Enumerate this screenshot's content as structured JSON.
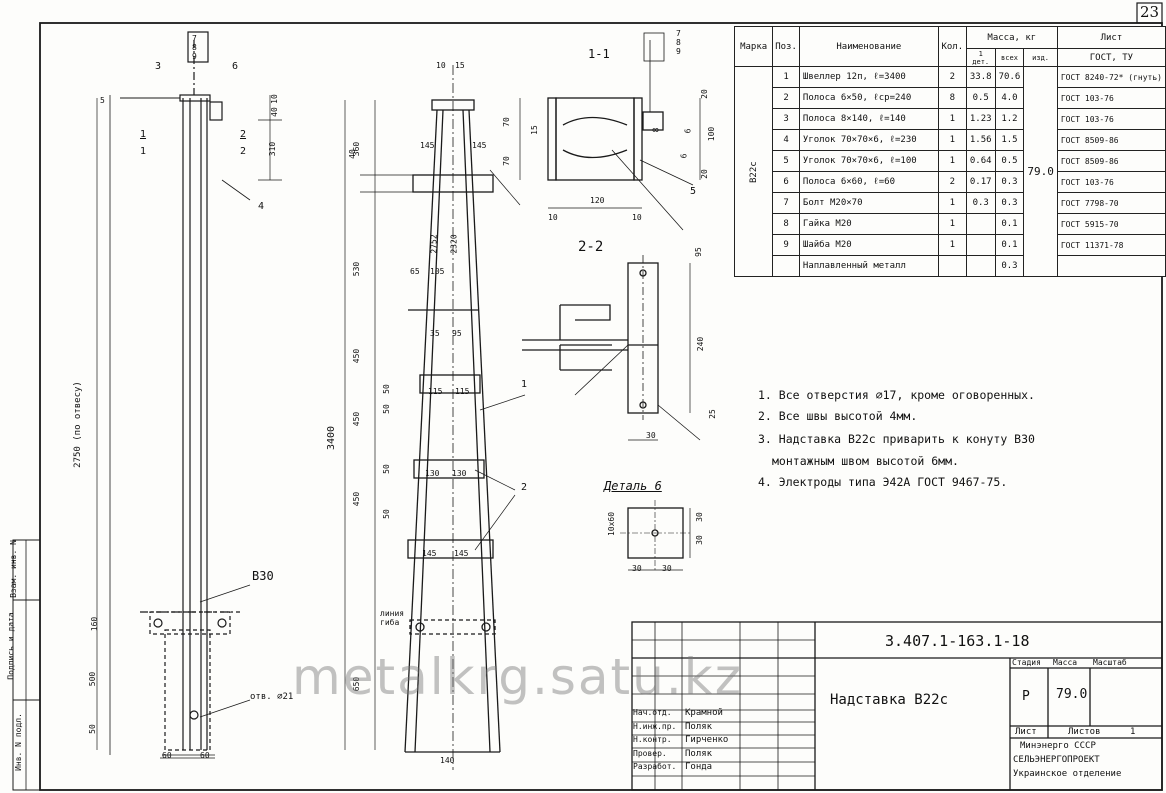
{
  "sheet_number": "23",
  "doc_code": "3.407.1-163.1-18",
  "title": "Надставка В22с",
  "stage": {
    "header": "Стадия",
    "value": "Р"
  },
  "mass": {
    "header": "Масса",
    "value": "79.0"
  },
  "scale": {
    "header": "Масштаб"
  },
  "sheet": {
    "header": "Лист",
    "sheets_header": "Листов",
    "sheets_value": "1"
  },
  "org": [
    "Минэнерго СССР",
    "СЕЛЬЭНЕРГОПРОЕКТ",
    "Украинское отделение"
  ],
  "signatures": [
    {
      "role": "Нач.отд.",
      "name": "Крамной"
    },
    {
      "role": "Н.инж.пр.",
      "name": "Поляк"
    },
    {
      "role": "Н.контр.",
      "name": "Гирченко"
    },
    {
      "role": "Провер.",
      "name": "Поляк"
    },
    {
      "role": "Разработ.",
      "name": "Гонда"
    }
  ],
  "side_stamp": [
    "Инв. N подл.",
    "Подпись и дата",
    "Взам. инв. N"
  ],
  "bom": {
    "headers": [
      "Марка",
      "Поз.",
      "Наименование",
      "Кол.",
      "Масса, кг",
      "Лист",
      "1 дет.",
      "всех",
      "изд.",
      "ГОСТ, ТУ"
    ],
    "mark": "В22с",
    "total": "79.0",
    "rows": [
      {
        "pos": "1",
        "name": "Швеллер 12п, ℓ=3400",
        "qty": "2",
        "m1": "33.8",
        "mall": "70.6",
        "gost": "ГОСТ 8240-72* (гнуть)"
      },
      {
        "pos": "2",
        "name": "Полоса 6×50, ℓср=240",
        "qty": "8",
        "m1": "0.5",
        "mall": "4.0",
        "gost": "ГОСТ 103-76"
      },
      {
        "pos": "3",
        "name": "Полоса 8×140, ℓ=140",
        "qty": "1",
        "m1": "1.23",
        "mall": "1.2",
        "gost": "ГОСТ 103-76"
      },
      {
        "pos": "4",
        "name": "Уголок 70×70×6, ℓ=230",
        "qty": "1",
        "m1": "1.56",
        "mall": "1.5",
        "gost": "ГОСТ 8509-86"
      },
      {
        "pos": "5",
        "name": "Уголок 70×70×6, ℓ=100",
        "qty": "1",
        "m1": "0.64",
        "mall": "0.5",
        "gost": "ГОСТ 8509-86"
      },
      {
        "pos": "6",
        "name": "Полоса 6×60, ℓ=60",
        "qty": "2",
        "m1": "0.17",
        "mall": "0.3",
        "gost": "ГОСТ 103-76"
      },
      {
        "pos": "7",
        "name": "Болт М20×70",
        "qty": "1",
        "m1": "0.3",
        "mall": "0.3",
        "gost": "ГОСТ 7798-70"
      },
      {
        "pos": "8",
        "name": "Гайка М20",
        "qty": "1",
        "m1": "",
        "mall": "0.1",
        "gost": "ГОСТ 5915-70"
      },
      {
        "pos": "9",
        "name": "Шайба М20",
        "qty": "1",
        "m1": "",
        "mall": "0.1",
        "gost": "ГОСТ 11371-78"
      },
      {
        "pos": "",
        "name": "Наплавленный металл",
        "qty": "",
        "m1": "",
        "mall": "0.3",
        "gost": ""
      }
    ]
  },
  "notes": [
    "1. Все отверстия ⌀17, кроме оговоренных.",
    "2. Все швы высотой 4мм.",
    "3. Надставка В22с приварить к конуту В30",
    "монтажным швом высотой 6мм.",
    "4. Электроды типа Э42А ГОСТ 9467-75."
  ],
  "section_labels": {
    "s11": "1-1",
    "s22": "2-2",
    "detail6": "Деталь 6"
  },
  "labels": {
    "b30": "В30",
    "hole": "отв. ⌀21",
    "bend_line": "линия гиба",
    "dim_total_left": "2750 (по отвесу)",
    "dim_total_right": "3400",
    "cut11_a": "1",
    "cut11_b": "1",
    "cut22_a": "2",
    "cut22_b": "2",
    "pos_789": [
      "7",
      "8",
      "9"
    ],
    "callouts": [
      "3",
      "6",
      "4",
      "1",
      "2",
      "5"
    ]
  },
  "dims_left": [
    "10",
    "40",
    "310",
    "160",
    "500",
    "50",
    "60",
    "60",
    "5"
  ],
  "dims_mid_left": [
    "360",
    "530",
    "50",
    "450",
    "50",
    "450",
    "50",
    "450",
    "50",
    "650",
    "40"
  ],
  "dims_mid": [
    "10",
    "15",
    "145",
    "145",
    "2752",
    "2320",
    "65",
    "105",
    "35",
    "95",
    "115",
    "115",
    "130",
    "130",
    "145",
    "145",
    "140"
  ],
  "dims_s11": [
    "70",
    "70",
    "15",
    "120",
    "10",
    "10",
    "20",
    "100",
    "20",
    "6",
    "6",
    "8"
  ],
  "dims_s22": [
    "95",
    "240",
    "25",
    "30"
  ],
  "dims_d6": [
    "10х60",
    "30",
    "30",
    "30",
    "30"
  ],
  "watermark": "metalkrg.satu.kz"
}
